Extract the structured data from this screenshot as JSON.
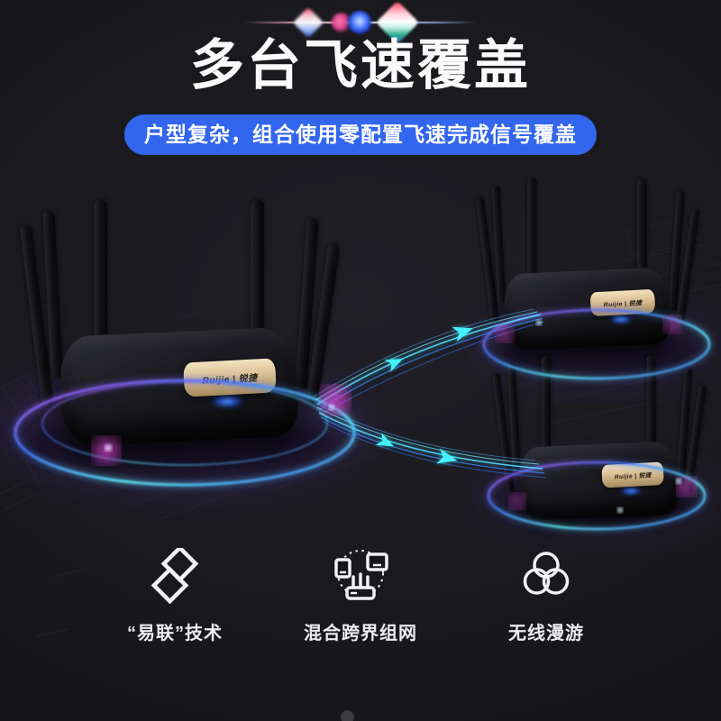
{
  "page": {
    "background": "#17171a"
  },
  "hero": {
    "title": "多台飞速覆盖",
    "subtitle": "户型复杂，组合使用零配置飞速完成信号覆盖"
  },
  "colors": {
    "banner_blue": "#3366ee",
    "glow_cyan": "#4fd9ff",
    "glow_blue": "#3b6bf0",
    "glow_magenta": "#dc45d4",
    "plate_gold": "#d9be93"
  },
  "routers": {
    "brand_label": "Ruijie | 锐捷",
    "units": [
      {
        "id": "router-main",
        "position": "left"
      },
      {
        "id": "router-satellite-top",
        "position": "top-right"
      },
      {
        "id": "router-satellite-bottom",
        "position": "bottom-right"
      }
    ]
  },
  "features": [
    {
      "icon": "easy-link-icon",
      "label": "“易联”技术"
    },
    {
      "icon": "hybrid-network-icon",
      "label": "混合跨界组网"
    },
    {
      "icon": "wireless-roaming-icon",
      "label": "无线漫游"
    }
  ]
}
